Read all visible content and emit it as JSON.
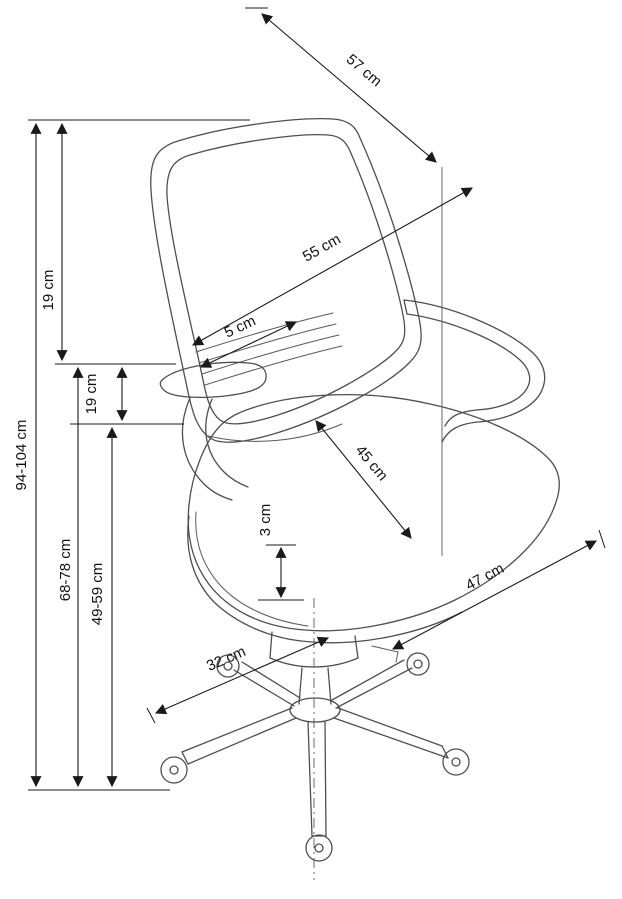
{
  "diagram": {
    "subject": "office-chair-dimension-drawing",
    "colors": {
      "ink": "#1a1a1a",
      "chair_line": "#4f4f4f",
      "background": "#ffffff"
    },
    "dims": {
      "d57": "57 cm",
      "d55": "55 cm",
      "d5": "5 cm",
      "d45": "45 cm",
      "d3": "3 cm",
      "d47": "47 cm",
      "d32": "32 cm",
      "d19_top": "19 cm",
      "d19_seat": "19 cm",
      "d94_104": "94-104 cm",
      "d68_78": "68-78 cm",
      "d49_59": "49-59 cm"
    }
  }
}
